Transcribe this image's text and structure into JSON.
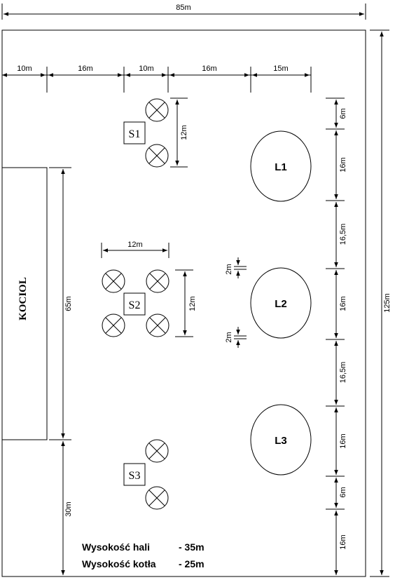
{
  "dimensions": {
    "hall_width": "85m",
    "hall_length": "125m",
    "top_segments": [
      "10m",
      "16m",
      "10m",
      "16m",
      "15m"
    ],
    "s1_vertical": "12m",
    "s2_horizontal": "12m",
    "s2_vertical": "12m",
    "boiler_length": "65m",
    "boiler_bottom_gap": "30m",
    "l2_gap_top": "2m",
    "l2_gap_bottom": "2m",
    "right_chain": [
      "6m",
      "16m",
      "16,5m",
      "16m",
      "16,5m",
      "16m",
      "6m",
      "16m"
    ]
  },
  "labels": {
    "boiler": "KOCIOL",
    "s1": "S1",
    "s2": "S2",
    "s3": "S3",
    "l1": "L1",
    "l2": "L2",
    "l3": "L3"
  },
  "notes": {
    "hall_label": "Wysokość hali",
    "hall_value": "- 35m",
    "boiler_label": "Wysokość kotła",
    "boiler_value": "- 25m"
  }
}
